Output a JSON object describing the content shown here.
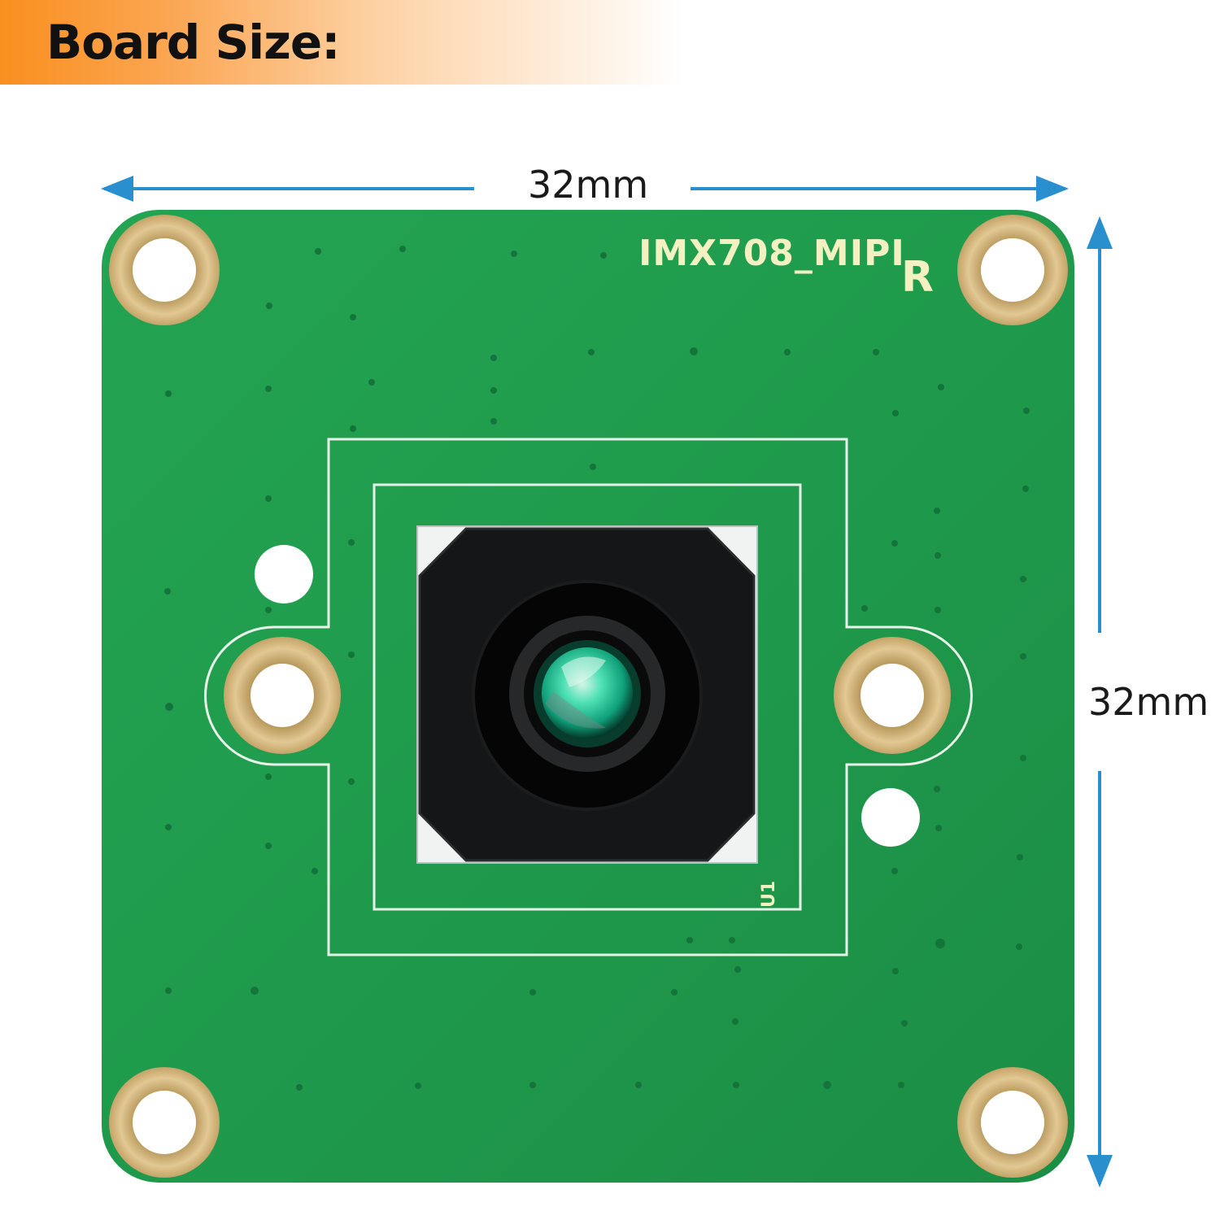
{
  "header": {
    "title": "Board Size:",
    "colors": {
      "accent_start": "#f98f1f",
      "accent_end": "#ffffff"
    }
  },
  "dimensions": {
    "width_label": "32mm",
    "height_label": "32mm",
    "arrow_color": "#2a8fce"
  },
  "board": {
    "model_marking": "IMX708_MIPI",
    "corner_marking": "R",
    "component_marking": "U1",
    "pcb_color": "#1f9a4c",
    "pad_color": "#d7b983",
    "icons": {
      "mounting_hole": "mounting-hole-icon",
      "camera_module": "camera-module-icon",
      "lens": "lens-icon"
    }
  }
}
